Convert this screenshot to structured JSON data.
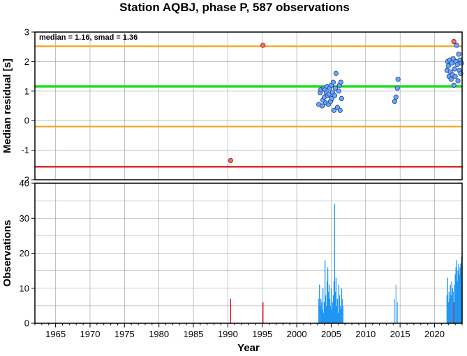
{
  "title": "Station AQBJ, phase P, 587 observations",
  "chart_data": [
    {
      "type": "scatter",
      "ylabel": "Median residual [s]",
      "xlabel": "",
      "xlim": [
        1962,
        2024
      ],
      "ylim": [
        -2,
        3
      ],
      "yticks": [
        -2,
        -1,
        0,
        1,
        2,
        3
      ],
      "grid": true,
      "annotation": "median = 1.16, smad = 1.36",
      "hlines": [
        {
          "value": 2.52,
          "color": "#f5a623"
        },
        {
          "value": 1.16,
          "color": "#22dd22"
        },
        {
          "value": -0.2,
          "color": "#f5a623"
        },
        {
          "value": -1.56,
          "color": "#dd1111"
        }
      ],
      "outliers": [
        [
          1995.1,
          2.55
        ],
        [
          1990.4,
          -1.35
        ],
        [
          2022.8,
          2.68
        ]
      ],
      "points": [
        [
          2003.2,
          0.55
        ],
        [
          2003.4,
          0.95
        ],
        [
          2003.5,
          1.05
        ],
        [
          2003.7,
          0.5
        ],
        [
          2003.8,
          0.7
        ],
        [
          2003.9,
          1.1
        ],
        [
          2004.0,
          0.8
        ],
        [
          2004.1,
          1.05
        ],
        [
          2004.2,
          0.6
        ],
        [
          2004.3,
          0.95
        ],
        [
          2004.4,
          1.15
        ],
        [
          2004.5,
          0.85
        ],
        [
          2004.6,
          0.55
        ],
        [
          2004.7,
          0.9
        ],
        [
          2004.8,
          1.1
        ],
        [
          2004.9,
          0.65
        ],
        [
          2005.0,
          1.2
        ],
        [
          2005.1,
          0.75
        ],
        [
          2005.2,
          0.95
        ],
        [
          2005.3,
          1.3
        ],
        [
          2005.4,
          0.35
        ],
        [
          2005.5,
          0.85
        ],
        [
          2005.6,
          1.1
        ],
        [
          2005.7,
          1.6
        ],
        [
          2005.9,
          0.45
        ],
        [
          2006.1,
          1.0
        ],
        [
          2006.2,
          1.2
        ],
        [
          2006.3,
          0.35
        ],
        [
          2006.4,
          1.3
        ],
        [
          2006.5,
          0.75
        ],
        [
          2014.2,
          0.65
        ],
        [
          2014.4,
          0.8
        ],
        [
          2014.6,
          1.1
        ],
        [
          2014.7,
          1.4
        ],
        [
          2021.8,
          1.7
        ],
        [
          2021.9,
          2.0
        ],
        [
          2022.0,
          1.85
        ],
        [
          2022.1,
          1.5
        ],
        [
          2022.2,
          2.05
        ],
        [
          2022.3,
          1.65
        ],
        [
          2022.4,
          1.4
        ],
        [
          2022.5,
          1.95
        ],
        [
          2022.6,
          1.55
        ],
        [
          2022.7,
          2.1
        ],
        [
          2022.8,
          1.2
        ],
        [
          2022.9,
          1.75
        ],
        [
          2023.0,
          1.5
        ],
        [
          2023.1,
          2.0
        ],
        [
          2023.2,
          2.55
        ],
        [
          2023.3,
          1.9
        ],
        [
          2023.4,
          1.35
        ],
        [
          2023.5,
          2.25
        ],
        [
          2023.6,
          1.7
        ],
        [
          2023.7,
          2.05
        ],
        [
          2023.8,
          1.6
        ],
        [
          2023.9,
          1.95
        ]
      ]
    },
    {
      "type": "bar",
      "xlabel": "Year",
      "ylabel": "Observations",
      "xlim": [
        1962,
        2024
      ],
      "ylim": [
        0,
        40
      ],
      "yticks": [
        0,
        10,
        20,
        30,
        40
      ],
      "xticks": [
        1965,
        1970,
        1975,
        1980,
        1985,
        1990,
        1995,
        2000,
        2005,
        2010,
        2015,
        2020
      ],
      "grid": true,
      "x": [
        1990.4,
        1995.1,
        2003.2,
        2003.3,
        2003.4,
        2003.5,
        2003.6,
        2003.7,
        2003.8,
        2003.9,
        2004.0,
        2004.1,
        2004.2,
        2004.3,
        2004.4,
        2004.5,
        2004.6,
        2004.7,
        2004.8,
        2004.9,
        2005.0,
        2005.1,
        2005.2,
        2005.3,
        2005.4,
        2005.5,
        2005.6,
        2005.7,
        2005.8,
        2005.9,
        2006.0,
        2006.1,
        2006.2,
        2006.3,
        2006.4,
        2006.5,
        2006.6,
        2006.7,
        2014.2,
        2014.4,
        2014.6,
        2021.8,
        2021.9,
        2022.0,
        2022.1,
        2022.2,
        2022.3,
        2022.4,
        2022.5,
        2022.6,
        2022.7,
        2022.8,
        2022.9,
        2023.0,
        2023.1,
        2023.2,
        2023.3,
        2023.4,
        2023.5,
        2023.6,
        2023.7,
        2023.8,
        2023.9
      ],
      "values": [
        7,
        6,
        7,
        11,
        5,
        7,
        6,
        4,
        10,
        3,
        6,
        18,
        8,
        5,
        12,
        16,
        9,
        11,
        7,
        5,
        10,
        4,
        6,
        8,
        12,
        34,
        9,
        13,
        5,
        7,
        3,
        11,
        8,
        5,
        4,
        10,
        7,
        5,
        7,
        11,
        6,
        8,
        13,
        6,
        9,
        7,
        11,
        8,
        12,
        10,
        9,
        6,
        11,
        14,
        16,
        18,
        12,
        15,
        17,
        14,
        16,
        17,
        19
      ],
      "bar_colors": [
        "#dd1111",
        "#dd1111",
        "#2196f3",
        "#2196f3",
        "#2196f3",
        "#2196f3",
        "#2196f3",
        "#2196f3",
        "#2196f3",
        "#2196f3",
        "#2196f3",
        "#2196f3",
        "#2196f3",
        "#2196f3",
        "#2196f3",
        "#2196f3",
        "#2196f3",
        "#2196f3",
        "#2196f3",
        "#2196f3",
        "#2196f3",
        "#2196f3",
        "#2196f3",
        "#2196f3",
        "#2196f3",
        "#2196f3",
        "#2196f3",
        "#2196f3",
        "#2196f3",
        "#2196f3",
        "#2196f3",
        "#2196f3",
        "#2196f3",
        "#2196f3",
        "#2196f3",
        "#2196f3",
        "#2196f3",
        "#2196f3",
        "#64b5f6",
        "#64b5f6",
        "#64b5f6",
        "#2196f3",
        "#2196f3",
        "#2196f3",
        "#2196f3",
        "#2196f3",
        "#2196f3",
        "#2196f3",
        "#2196f3",
        "#2196f3",
        "#2196f3",
        "#dd1111",
        "#2196f3",
        "#2196f3",
        "#2196f3",
        "#2196f3",
        "#2196f3",
        "#2196f3",
        "#2196f3",
        "#2196f3",
        "#2196f3",
        "#2196f3",
        "#2196f3"
      ]
    }
  ]
}
